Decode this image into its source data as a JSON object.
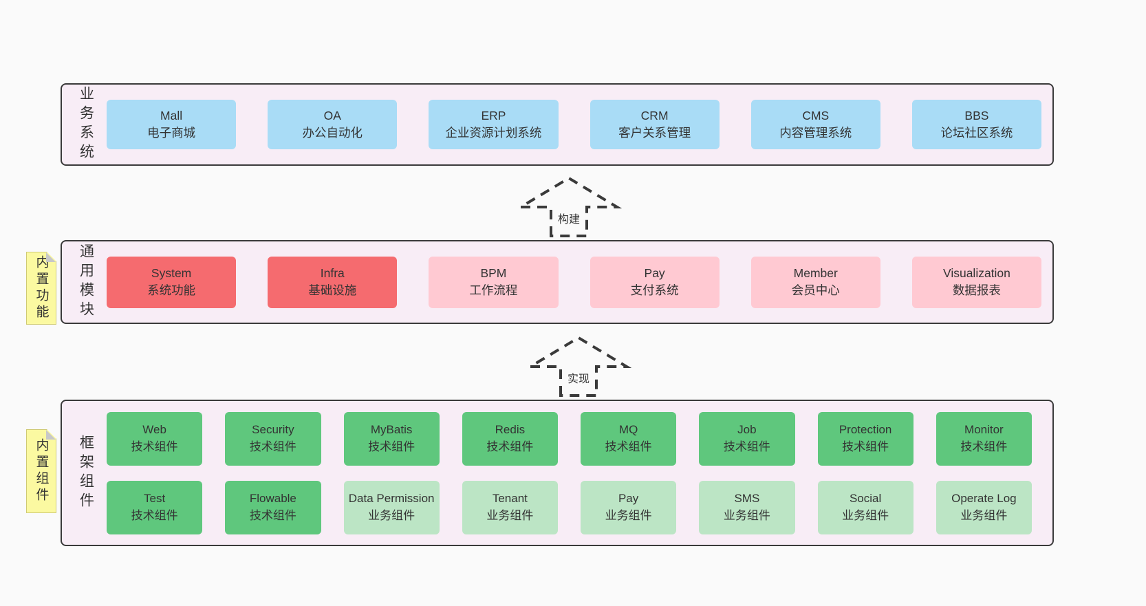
{
  "colors": {
    "page_bg": "#fafafa",
    "band_bg": "#f8edf6",
    "band_border": "#3a3a3a",
    "blue": "#a9dcf6",
    "red": "#f56b6f",
    "pink": "#ffc9d2",
    "green": "#5fc77d",
    "light_green": "#bce5c5",
    "tag_yellow": "#fbf9a1",
    "text": "#333333"
  },
  "arrows": [
    {
      "label": "构建"
    },
    {
      "label": "实现"
    }
  ],
  "layers": [
    {
      "id": "business-systems",
      "side_label": "业务系统",
      "boxes": [
        {
          "name": "Mall",
          "desc": "电子商城",
          "type": "blue"
        },
        {
          "name": "OA",
          "desc": "办公自动化",
          "type": "blue"
        },
        {
          "name": "ERP",
          "desc": "企业资源计划系统",
          "type": "blue"
        },
        {
          "name": "CRM",
          "desc": "客户关系管理",
          "type": "blue"
        },
        {
          "name": "CMS",
          "desc": "内容管理系统",
          "type": "blue"
        },
        {
          "name": "BBS",
          "desc": "论坛社区系统",
          "type": "blue"
        }
      ]
    },
    {
      "id": "common-modules",
      "tag": "内置功能",
      "side_label": "通用模块",
      "boxes": [
        {
          "name": "System",
          "desc": "系统功能",
          "type": "red"
        },
        {
          "name": "Infra",
          "desc": "基础设施",
          "type": "red"
        },
        {
          "name": "BPM",
          "desc": "工作流程",
          "type": "pink"
        },
        {
          "name": "Pay",
          "desc": "支付系统",
          "type": "pink"
        },
        {
          "name": "Member",
          "desc": "会员中心",
          "type": "pink"
        },
        {
          "name": "Visualization",
          "desc": "数据报表",
          "type": "pink"
        }
      ]
    },
    {
      "id": "framework-components",
      "tag": "内置组件",
      "side_label": "框架组件",
      "rows": [
        [
          {
            "name": "Web",
            "desc": "技术组件",
            "type": "green"
          },
          {
            "name": "Security",
            "desc": "技术组件",
            "type": "green"
          },
          {
            "name": "MyBatis",
            "desc": "技术组件",
            "type": "green"
          },
          {
            "name": "Redis",
            "desc": "技术组件",
            "type": "green"
          },
          {
            "name": "MQ",
            "desc": "技术组件",
            "type": "green"
          },
          {
            "name": "Job",
            "desc": "技术组件",
            "type": "green"
          },
          {
            "name": "Protection",
            "desc": "技术组件",
            "type": "green"
          },
          {
            "name": "Monitor",
            "desc": "技术组件",
            "type": "green"
          }
        ],
        [
          {
            "name": "Test",
            "desc": "技术组件",
            "type": "green"
          },
          {
            "name": "Flowable",
            "desc": "技术组件",
            "type": "green"
          },
          {
            "name": "Data Permission",
            "desc": "业务组件",
            "type": "lightgreen"
          },
          {
            "name": "Tenant",
            "desc": "业务组件",
            "type": "lightgreen"
          },
          {
            "name": "Pay",
            "desc": "业务组件",
            "type": "lightgreen"
          },
          {
            "name": "SMS",
            "desc": "业务组件",
            "type": "lightgreen"
          },
          {
            "name": "Social",
            "desc": "业务组件",
            "type": "lightgreen"
          },
          {
            "name": "Operate Log",
            "desc": "业务组件",
            "type": "lightgreen"
          }
        ]
      ]
    }
  ]
}
